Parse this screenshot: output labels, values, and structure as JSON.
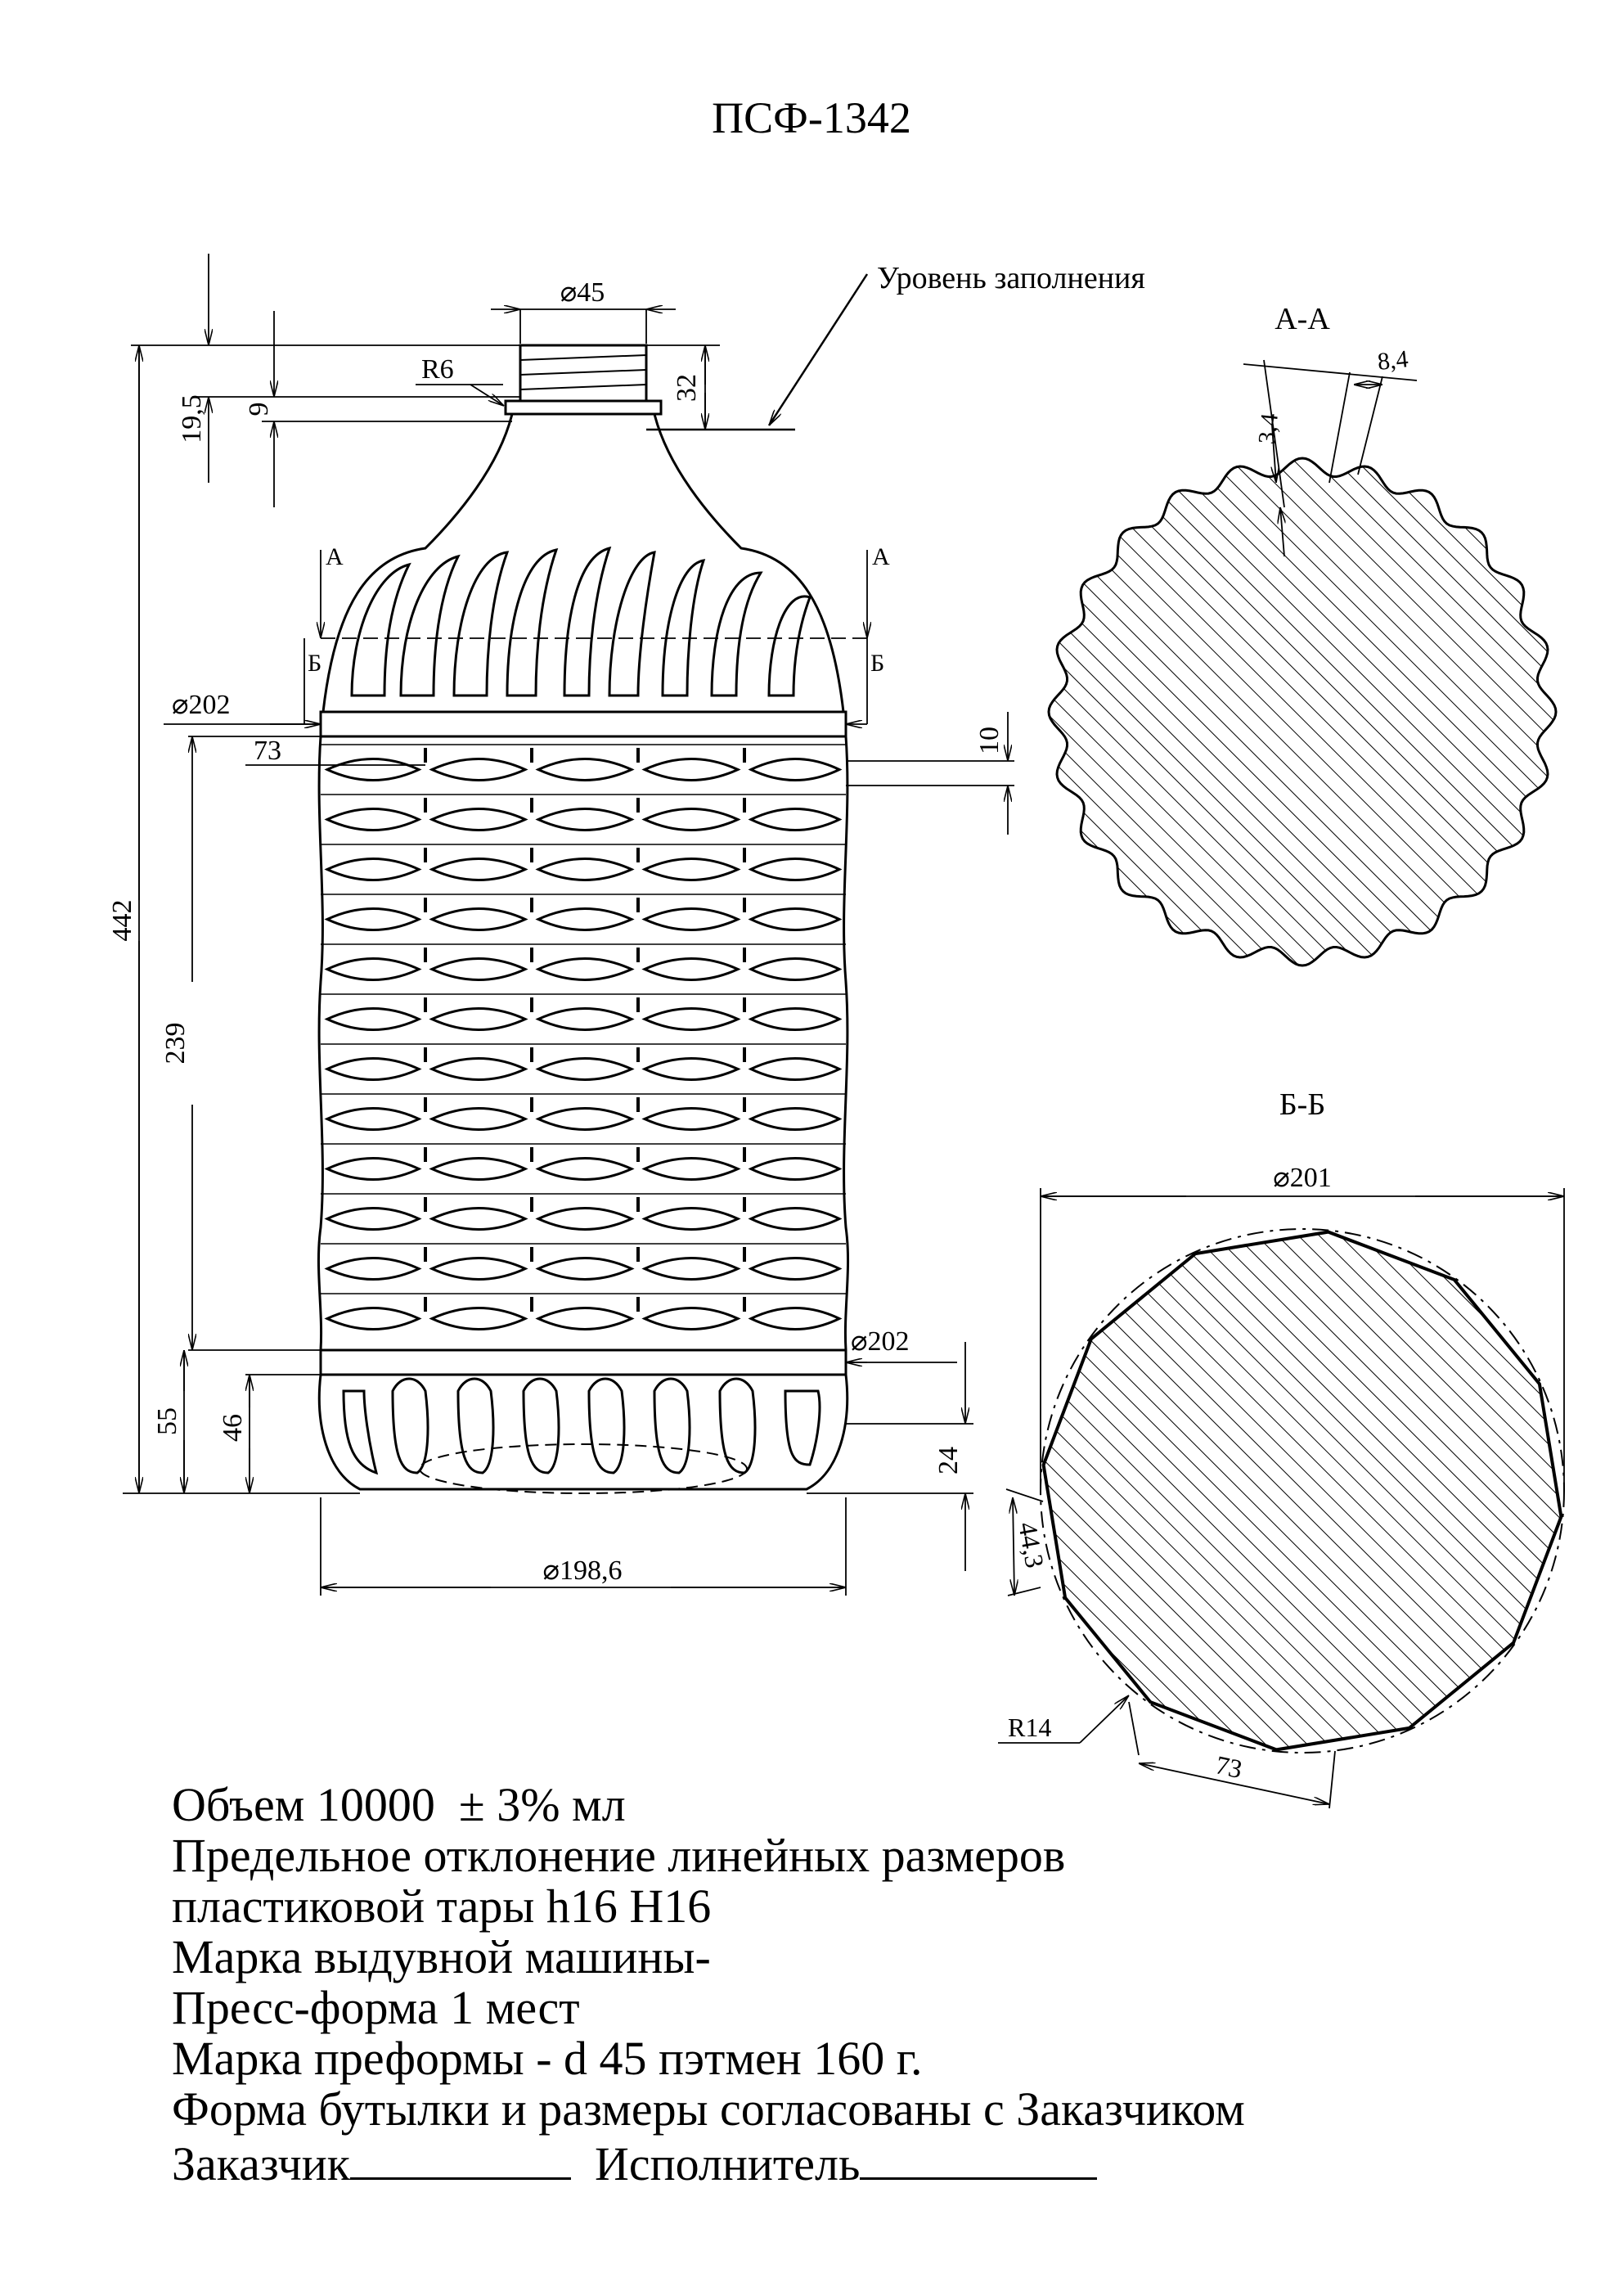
{
  "title": "ПСФ-1342",
  "fill_level_label": "Уровень заполнения",
  "sections": {
    "a": {
      "title": "А-А",
      "cut_label": "А",
      "dim_groove_width": "8,4",
      "dim_groove_depth": "3,4"
    },
    "b": {
      "title": "Б-Б",
      "cut_label": "Б",
      "dim_diameter": "⌀201",
      "dim_flat": "44,3",
      "dim_radius": "R14",
      "dim_chord": "73"
    }
  },
  "dimensions": {
    "neck_diameter": "⌀45",
    "neck_radius": "R6",
    "neck_height_19": "19,5",
    "neck_height_9": "9",
    "neck_height_32": "32",
    "total_height": "442",
    "body_diameter_top": "⌀202",
    "body_diameter_bottom": "⌀202",
    "rib_pitch": "73",
    "band_height": "10",
    "body_height": "239",
    "base_height_55": "55",
    "base_height_46": "46",
    "base_height_24": "24",
    "base_diameter": "⌀198,6"
  },
  "notes": {
    "volume": "Объем 10000  ± 3% мл",
    "tolerance_1": "Предельное отклонение линейных размеров",
    "tolerance_2": "пластиковой тары h16 H16",
    "machine": "Марка выдувной машины-",
    "mold": "Пресс-форма 1 мест",
    "preform": "Марка преформы - d 45 пэтмен 160 г.",
    "agreement": "Форма бутылки и размеры согласованы с Заказчиком",
    "customer": "Заказчик",
    "contractor": "Исполнитель"
  }
}
